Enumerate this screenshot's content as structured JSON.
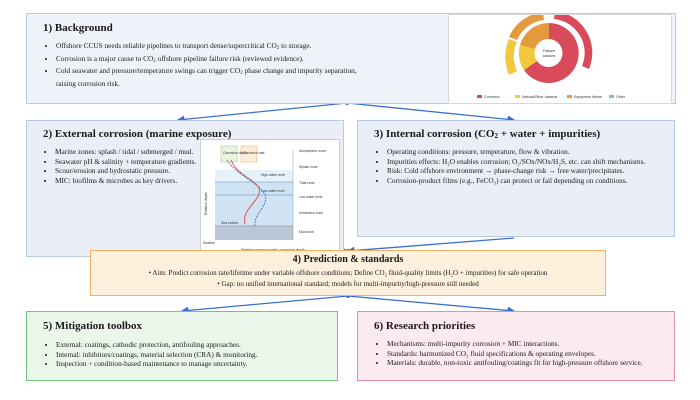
{
  "background": {
    "title": "1) Background",
    "items": [
      "Offshore CCUS needs reliable pipelines to transport dense/supercritical CO",
      "Corrosion is a major cause to CO",
      "Cold seawater and pressure/temperature swings can trigger CO",
      "raising corrosion risk."
    ],
    "items_tail": [
      " to storage.",
      " offshore pipeline failure risk (reviewed evidence).",
      " phase change and impurity separation,"
    ],
    "pie": {
      "center_label": [
        "Failure",
        "causes"
      ],
      "legend": [
        "Corrosion",
        "Natural/Other hazards",
        "Equipment failure",
        "Other"
      ],
      "colors": [
        "#d94a5a",
        "#f0c93f",
        "#e59a3e",
        "#7fc3a6"
      ]
    }
  },
  "external": {
    "title": "2) External corrosion (marine exposure)",
    "items": [
      "Marine zones: splash / tidal / submerged / mud.",
      "Seawater pH & salinity + temperature gradients.",
      "Scour/erosion and hydrostatic pressure.",
      "MIC: biofilms & microbes as key drivers."
    ],
    "figure": {
      "xlabel": "Relative corrosion rate / corrosion depth",
      "ylabel": "Relative depth",
      "zones": [
        "Atmospheric zone",
        "Splash zone",
        "Tidal zone",
        "Low water level",
        "Immersion zone",
        "Mud zone"
      ],
      "labels": [
        "Corrosion depth",
        "Corrosion rate",
        "High water level",
        "Low water level",
        "Sea bottom",
        "Seabed"
      ]
    }
  },
  "internal": {
    "title_pre": "3) Internal corrosion (CO",
    "title_post": " + water + impurities)",
    "items": [
      "Operating conditions: pressure, temperature, flow & vibration.",
      "Impurities effects: H₂O enables corrosion; O₂/SOx/NOx/H₂S, etc. can shift mechanisms.",
      "Risk: Cold offshore environment → phase-change risk → free water/precipitates.",
      "Corrosion-product films (e.g., FeCO₃) can protect or fail depending on conditions."
    ]
  },
  "prediction": {
    "title": "4) Prediction & standards",
    "aim": "Aim: Predict corrosion rate/lifetime under variable offshore conditions; Define CO₂ fluid-quality limits (H₂O + impurities) for safe operation",
    "gap": "Gap: no unified international standard; models for multi-impurity/high-pressure still needed"
  },
  "mitigation": {
    "title": "5) Mitigation toolbox",
    "items": [
      "External: coatings, cathodic protection, antifouling approaches.",
      "Internal: inhibitors/coatings, material selection (CRA) & monitoring.",
      "Inspection + condition-based maintenance to manage uncertainty."
    ]
  },
  "research": {
    "title": "6) Research priorities",
    "items": [
      "Mechanisms: multi-impurity corrosion + MIC interactions.",
      "Standards: harmonized CO₂ fluid specifications & operating envelopes.",
      "Materials: durable, non-toxic antifouling/coatings fit for high-pressure offshore service."
    ]
  },
  "colors": {
    "arrow": "#3a6fd1",
    "blue_border": "#b7c8e8",
    "orange_border": "#f0b062",
    "green_border": "#79c27c",
    "pink_border": "#e58fb0"
  }
}
